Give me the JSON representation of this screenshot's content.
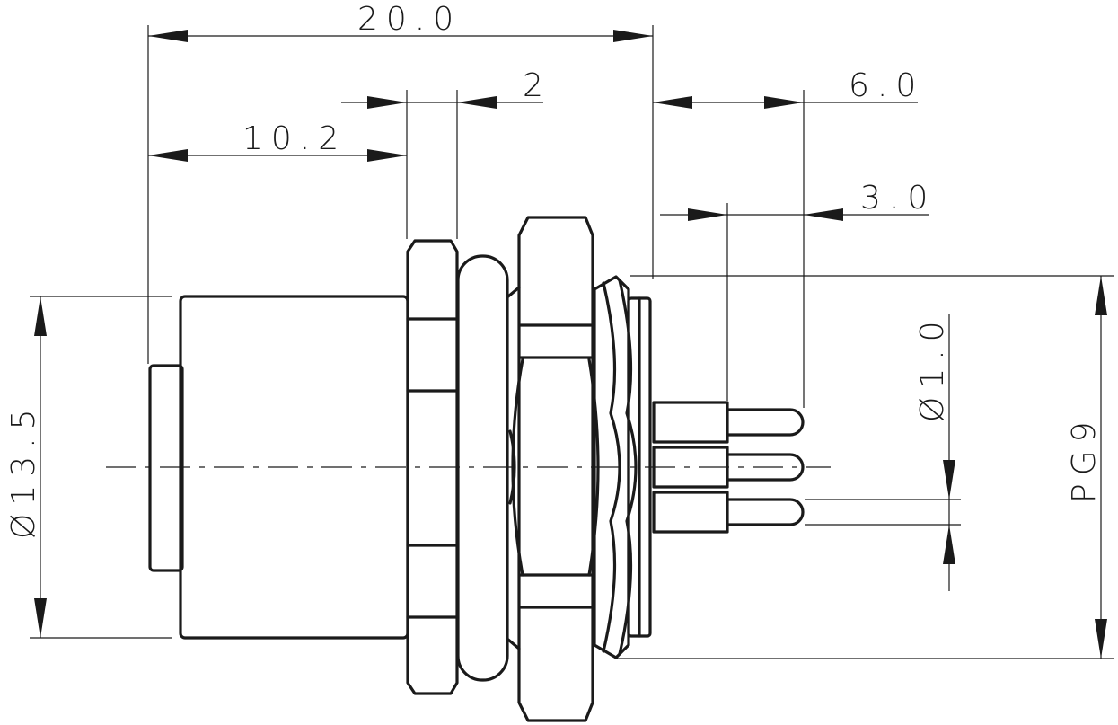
{
  "drawing": {
    "dimensions": {
      "overall_length": "20.0",
      "body_length": "10.2",
      "nut_width": "2",
      "pin_length": "6.0",
      "pin_exposed": "3.0",
      "pin_diameter": "Ø1.0",
      "body_diameter": "Ø13.5",
      "thread": "PG9"
    }
  }
}
